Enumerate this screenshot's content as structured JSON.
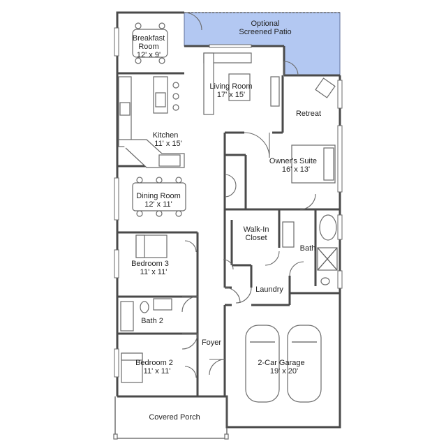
{
  "rooms": {
    "patio": {
      "line1": "Optional",
      "line2": "Screened Patio"
    },
    "breakfast": {
      "line1": "Breakfast",
      "line2": "Room",
      "dims": "12' x 9'"
    },
    "living": {
      "name": "Living Room",
      "dims": "17' x 15'"
    },
    "retreat": {
      "name": "Retreat"
    },
    "kitchen": {
      "name": "Kitchen",
      "dims": "11' x 15'"
    },
    "owners_suite": {
      "name": "Owner's Suite",
      "dims": "16' x 13'"
    },
    "dining": {
      "name": "Dining Room",
      "dims": "12' x 11'"
    },
    "walkin": {
      "line1": "Walk-In",
      "line2": "Closet"
    },
    "bath_owner": {
      "name": "Bath"
    },
    "bedroom3": {
      "name": "Bedroom 3",
      "dims": "11' x 11'"
    },
    "laundry": {
      "name": "Laundry"
    },
    "bath2": {
      "name": "Bath 2"
    },
    "foyer": {
      "name": "Foyer"
    },
    "garage": {
      "name": "2-Car Garage",
      "dims": "19' x 20'"
    },
    "bedroom2": {
      "name": "Bedroom 2",
      "dims": "11' x 11'"
    },
    "porch": {
      "name": "Covered Porch"
    }
  },
  "colors": {
    "patio_fill": "#b3c8f2",
    "wall": "#4a4a4a"
  }
}
